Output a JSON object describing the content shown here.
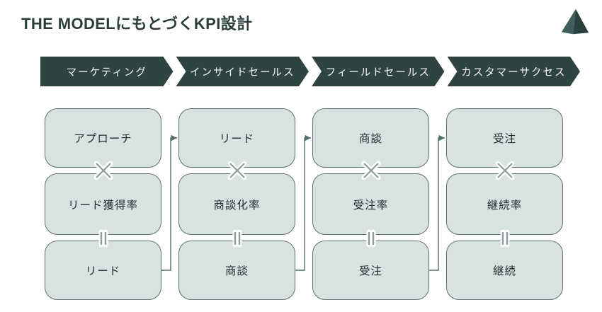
{
  "page": {
    "title": "THE MODELにもとづくKPI設計"
  },
  "logo": {
    "icon": "pyramid-logo"
  },
  "stages": [
    {
      "label": "マーケティング",
      "kpis": [
        "アプローチ",
        "リード獲得率",
        "リード"
      ]
    },
    {
      "label": "インサイドセールス",
      "kpis": [
        "リード",
        "商談化率",
        "商談"
      ]
    },
    {
      "label": "フィールドセールス",
      "kpis": [
        "商談",
        "受注率",
        "受注"
      ]
    },
    {
      "label": "カスタマーサクセス",
      "kpis": [
        "受注",
        "継続率",
        "継続"
      ]
    }
  ],
  "operators": {
    "between_row1_row2": "×",
    "between_row2_row3": "="
  },
  "colors": {
    "title-color": "#2b3e3c",
    "header-bg": "#2e4342",
    "header-text": "#f4f7f6",
    "box-fill": "#d8e2e0",
    "box-border": "#5d7371",
    "box-text": "#1d2c2b",
    "connector": "#4f6d6b",
    "operator": "#8f9b9c",
    "logo-light": "#3f5e5c",
    "logo-dark": "#2a403f"
  }
}
